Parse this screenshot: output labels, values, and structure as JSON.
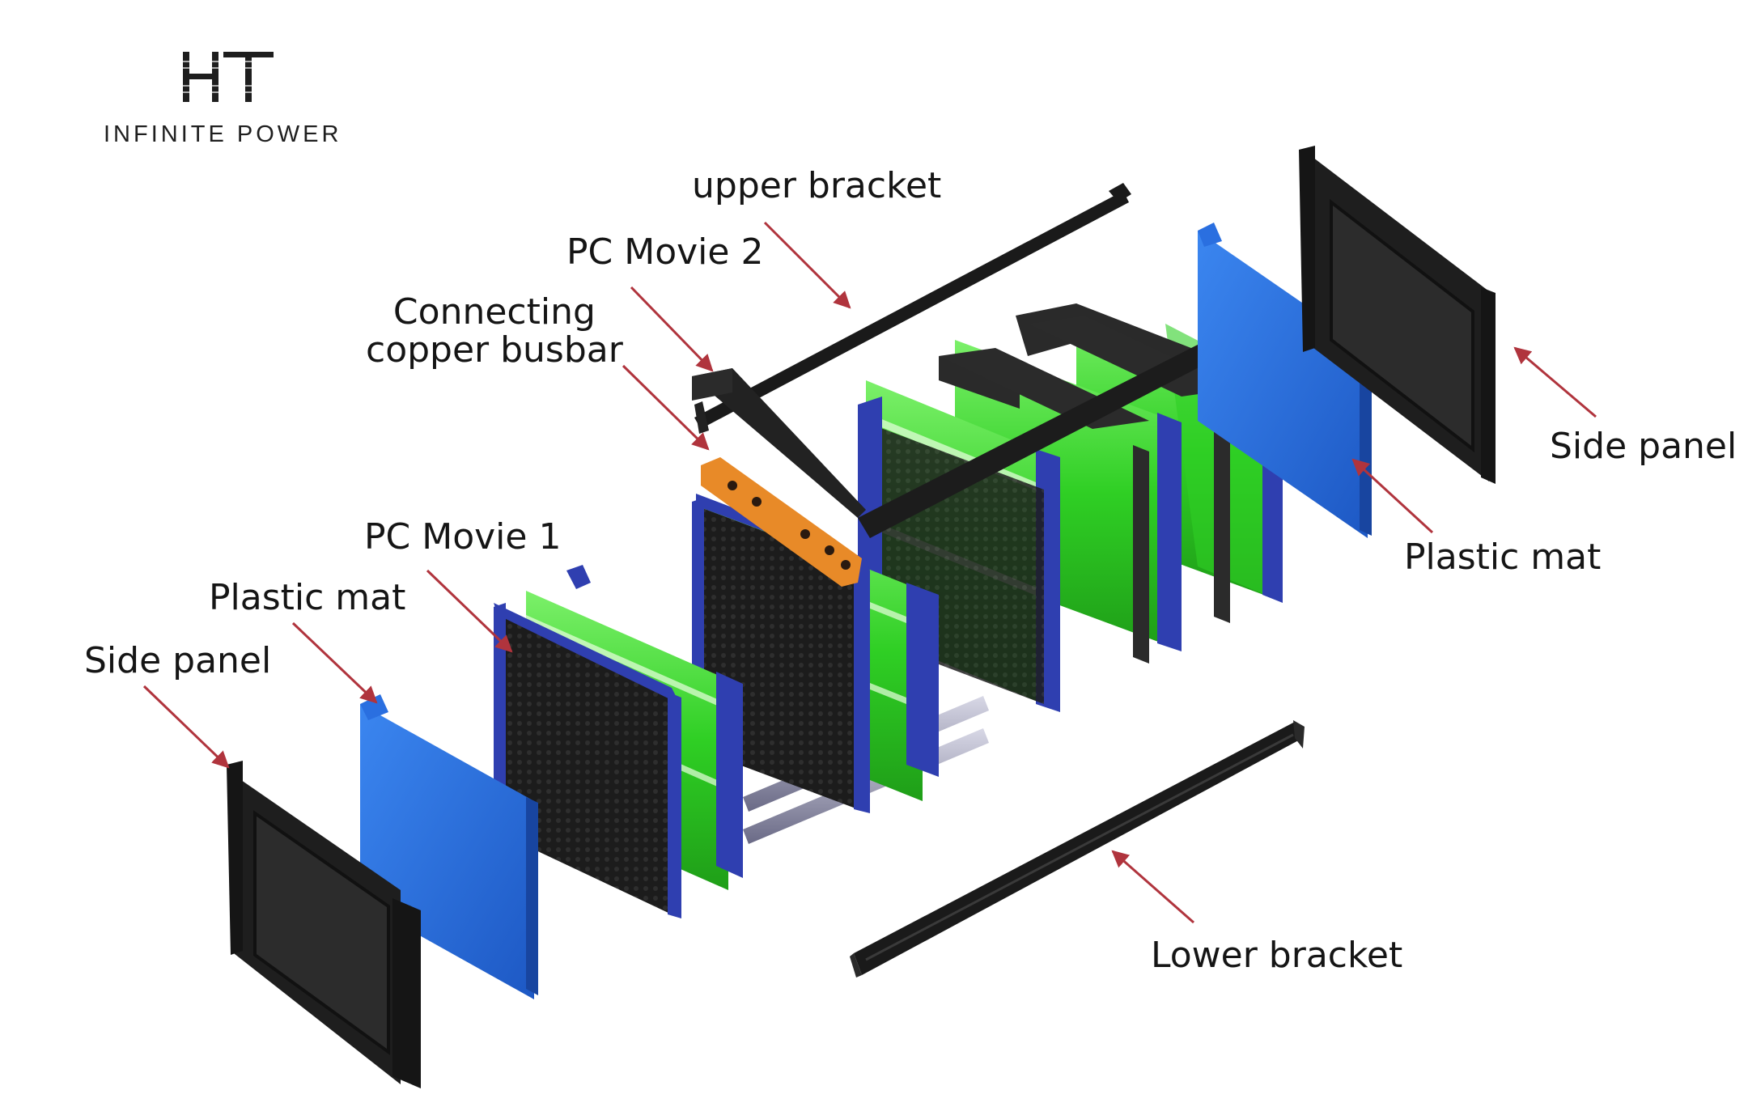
{
  "logo": {
    "mark": "HT",
    "tagline": "INFINITE POWER"
  },
  "labels": {
    "upper_bracket": "upper bracket",
    "pc_movie_2": "PC Movie 2",
    "connecting_busbar": "Connecting\ncopper busbar",
    "pc_movie_1": "PC Movie 1",
    "plastic_mat_left": "Plastic mat",
    "side_panel_left": "Side panel",
    "side_panel_right": "Side panel",
    "plastic_mat_right": "Plastic mat",
    "lower_bracket": "Lower bracket"
  },
  "colors": {
    "arrow": "#b0343d",
    "cell_green": "#36d92a",
    "frame_blue": "#2f3fb0",
    "mat_blue": "#2a6fe0",
    "panel_black": "#1e1e1e"
  }
}
